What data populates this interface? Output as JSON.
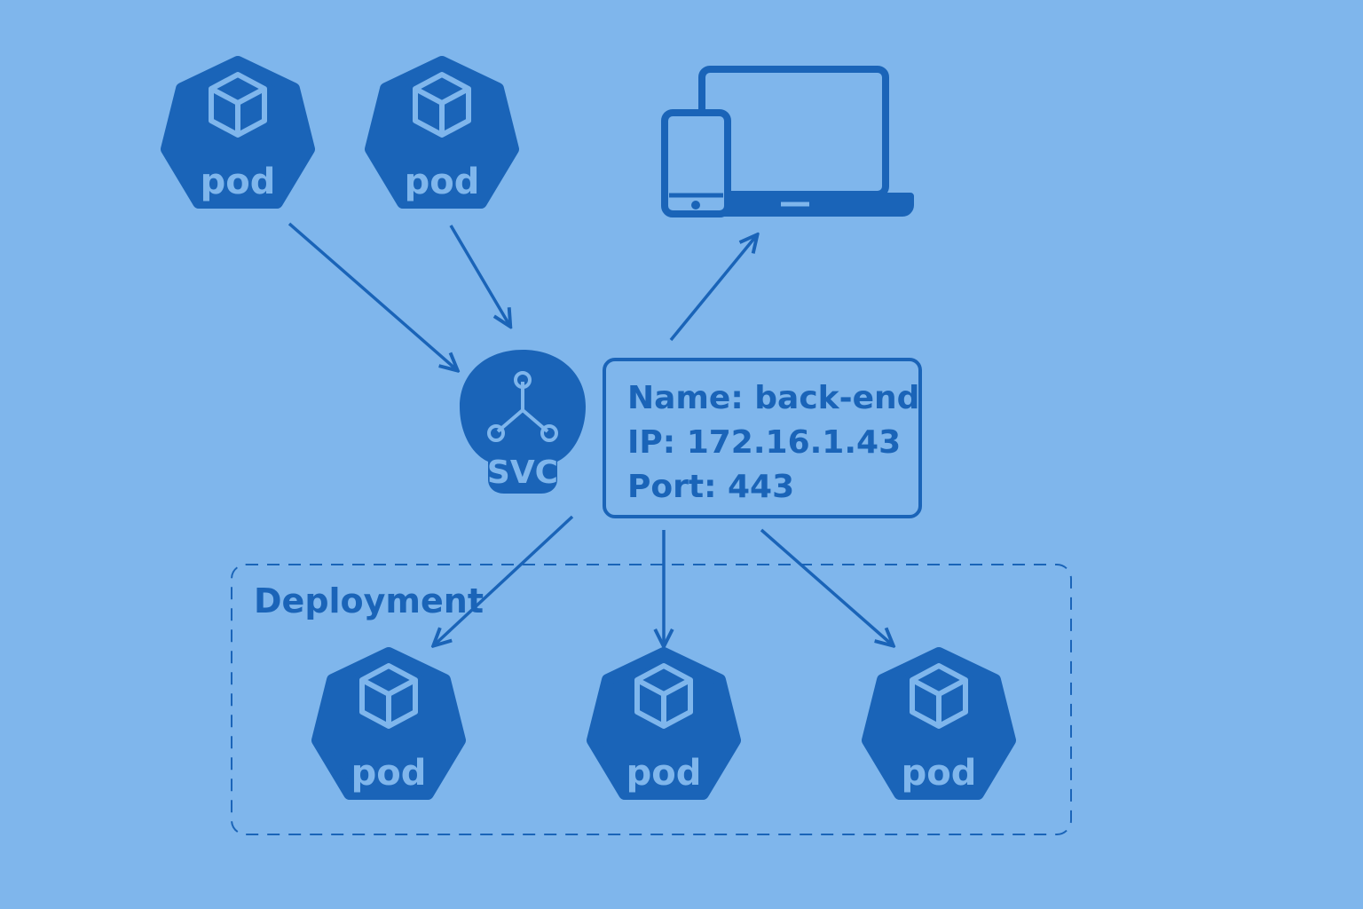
{
  "colors": {
    "background": "#7fb6ec",
    "primary": "#1a64b8",
    "icon_light": "#7fb6ec"
  },
  "pods_top": [
    {
      "label": "pod",
      "icon": "pod-cube-icon"
    },
    {
      "label": "pod",
      "icon": "pod-cube-icon"
    }
  ],
  "service": {
    "label": "SVC",
    "icon": "service-network-icon"
  },
  "client": {
    "icon": "devices-icon"
  },
  "info": {
    "name": "Name: back-end",
    "ip": "IP: 172.16.1.43",
    "port": "Port: 443"
  },
  "deployment": {
    "title": "Deployment",
    "pods": [
      {
        "label": "pod",
        "icon": "pod-cube-icon"
      },
      {
        "label": "pod",
        "icon": "pod-cube-icon"
      },
      {
        "label": "pod",
        "icon": "pod-cube-icon"
      }
    ]
  }
}
